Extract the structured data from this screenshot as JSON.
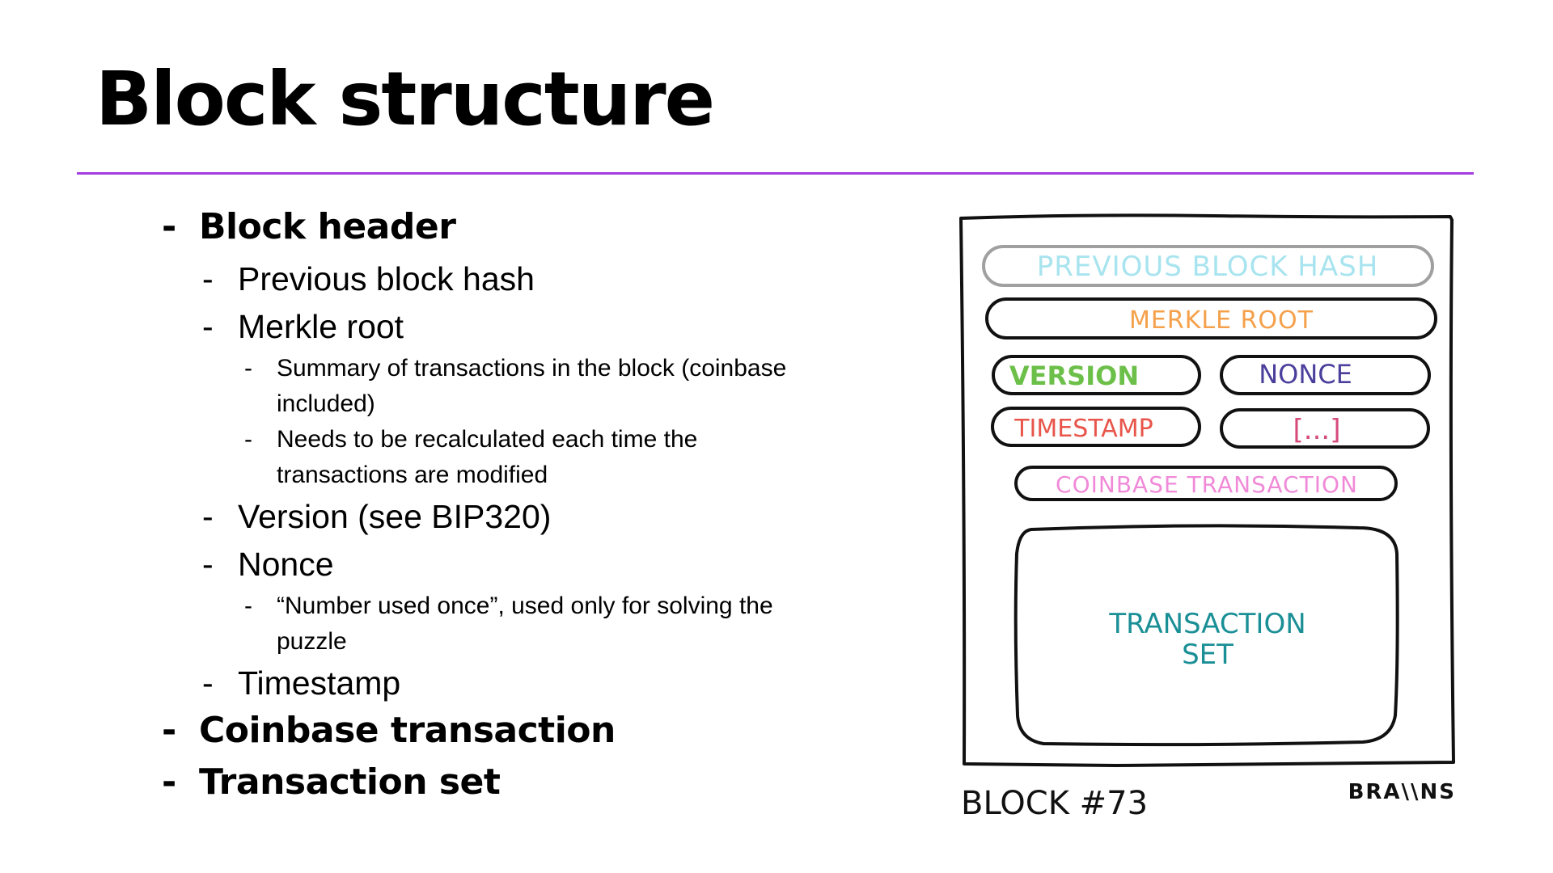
{
  "slide": {
    "title": "Block structure",
    "accent_color": "#a43ee0",
    "bullets": [
      {
        "level": 1,
        "marker": "-",
        "text": "Block header"
      },
      {
        "level": 2,
        "marker": "-",
        "text": "Previous block hash"
      },
      {
        "level": 2,
        "marker": "-",
        "text": "Merkle root"
      },
      {
        "level": 3,
        "marker": "-",
        "text": "Summary of transactions in the block (coinbase included)"
      },
      {
        "level": 3,
        "marker": "-",
        "text": "Needs to be recalculated each time the transactions are modified"
      },
      {
        "level": 2,
        "marker": "-",
        "text": "Version (see BIP320)"
      },
      {
        "level": 2,
        "marker": "-",
        "text": "Nonce"
      },
      {
        "level": 3,
        "marker": "-",
        "text": "“Number used once”, used only for solving the puzzle"
      },
      {
        "level": 2,
        "marker": "-",
        "text": "Timestamp"
      },
      {
        "level": 1,
        "marker": "-",
        "text": "Coinbase transaction"
      },
      {
        "level": 1,
        "marker": "-",
        "text": "Transaction set"
      }
    ]
  },
  "diagram": {
    "fields": {
      "previous_block_hash": {
        "label": "PREVIOUS BLOCK HASH",
        "color": "#a8e4ef",
        "border": "#a0a0a0"
      },
      "merkle_root": {
        "label": "MERKLE ROOT",
        "color": "#f5a04a"
      },
      "version": {
        "label": "VERSION",
        "color": "#6cc04a"
      },
      "nonce": {
        "label": "NONCE",
        "color": "#4b3f9c"
      },
      "timestamp": {
        "label": "TIMESTAMP",
        "color": "#e8554a"
      },
      "other": {
        "label": "[...]",
        "color": "#d64a7c"
      },
      "coinbase_transaction": {
        "label": "COINBASE TRANSACTION",
        "color": "#f08ad8"
      },
      "transaction_set": {
        "label_line1": "TRANSACTION",
        "label_line2": "SET",
        "color": "#1a8f96"
      }
    },
    "caption": "BLOCK #73",
    "brand": "BRA\\\\NS"
  }
}
